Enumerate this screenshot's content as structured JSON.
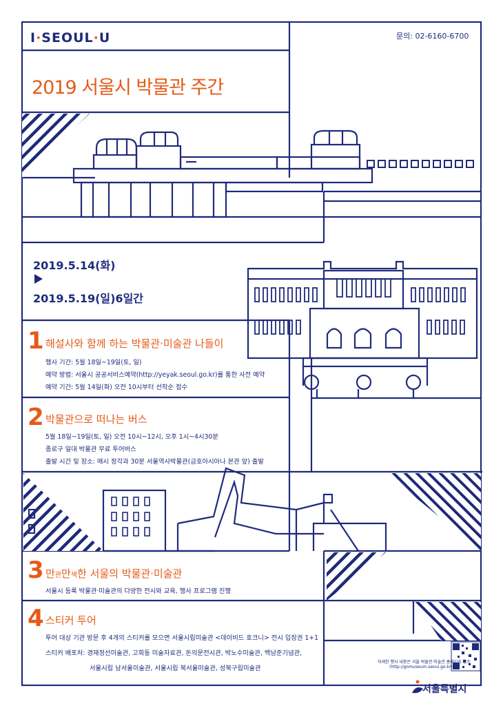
{
  "header": {
    "brand_prefix": "I",
    "brand_name": "SEOUL",
    "brand_suffix": "U",
    "contact": "문의: 02-6160-6700",
    "title": "2019 서울시 박물관 주간"
  },
  "dates": {
    "start": "2019.5.14(화)",
    "end": "2019.5.19(일)6일간"
  },
  "sections": [
    {
      "number": "1",
      "title": "해설사와 함께 하는 박물관·미술관 나들이",
      "lines": [
        "행사 기간: 5월 18일~19일(토, 일)",
        "예약 방법: 서울시 공공서비스예약(http://yeyak.seoul.go.kr)를 통한 사전 예약",
        "예약 기간: 5월 14일(화) 오전 10시부터 선착순 접수"
      ]
    },
    {
      "number": "2",
      "title": "박물관으로 떠나는 버스",
      "lines": [
        "5월 18일~19일(토, 일) 오전 10시~12시, 오후 1시~4시30분",
        "종로구 일대 박물관 무료 투어버스",
        "출발 시간 및 장소: 매시 정각과 30분 서울역사박물관(금호아시아나 본관 앞) 출발"
      ]
    },
    {
      "number": "3",
      "title_a": "만",
      "title_b": "관",
      "title_c": "만",
      "title_d": "색",
      "title_e": "한 서울의 박물관·미술관",
      "lines": [
        "서울시 등록 박물관·미술관의 다양한 전시와 교육, 행사 프로그램 진행"
      ]
    },
    {
      "number": "4",
      "title": "스티커 투어",
      "lines": [
        "투어 대상 기관 방문 후 4개의 스티커를 모으면 서울시립미술관 <데이비드 호크니> 전시 입장권 1+1",
        "스티커 배포처: 경재정선미술관, 고희동 미술자료관, 돈의문전시관, 박노수미술관, 백남준기념관,",
        "서울시립 남서울미술관, 서울시립 북서울미술관, 성북구립미술관"
      ]
    }
  ],
  "footer": {
    "note": "자세한 행사 내용은 서울 박물관·미술관 홈페이지 참조",
    "url": "(http://gomuseum.seoul.go.kr)",
    "org": "서울특별시"
  },
  "colors": {
    "navy": "#1f2a7a",
    "orange": "#e65a19"
  }
}
